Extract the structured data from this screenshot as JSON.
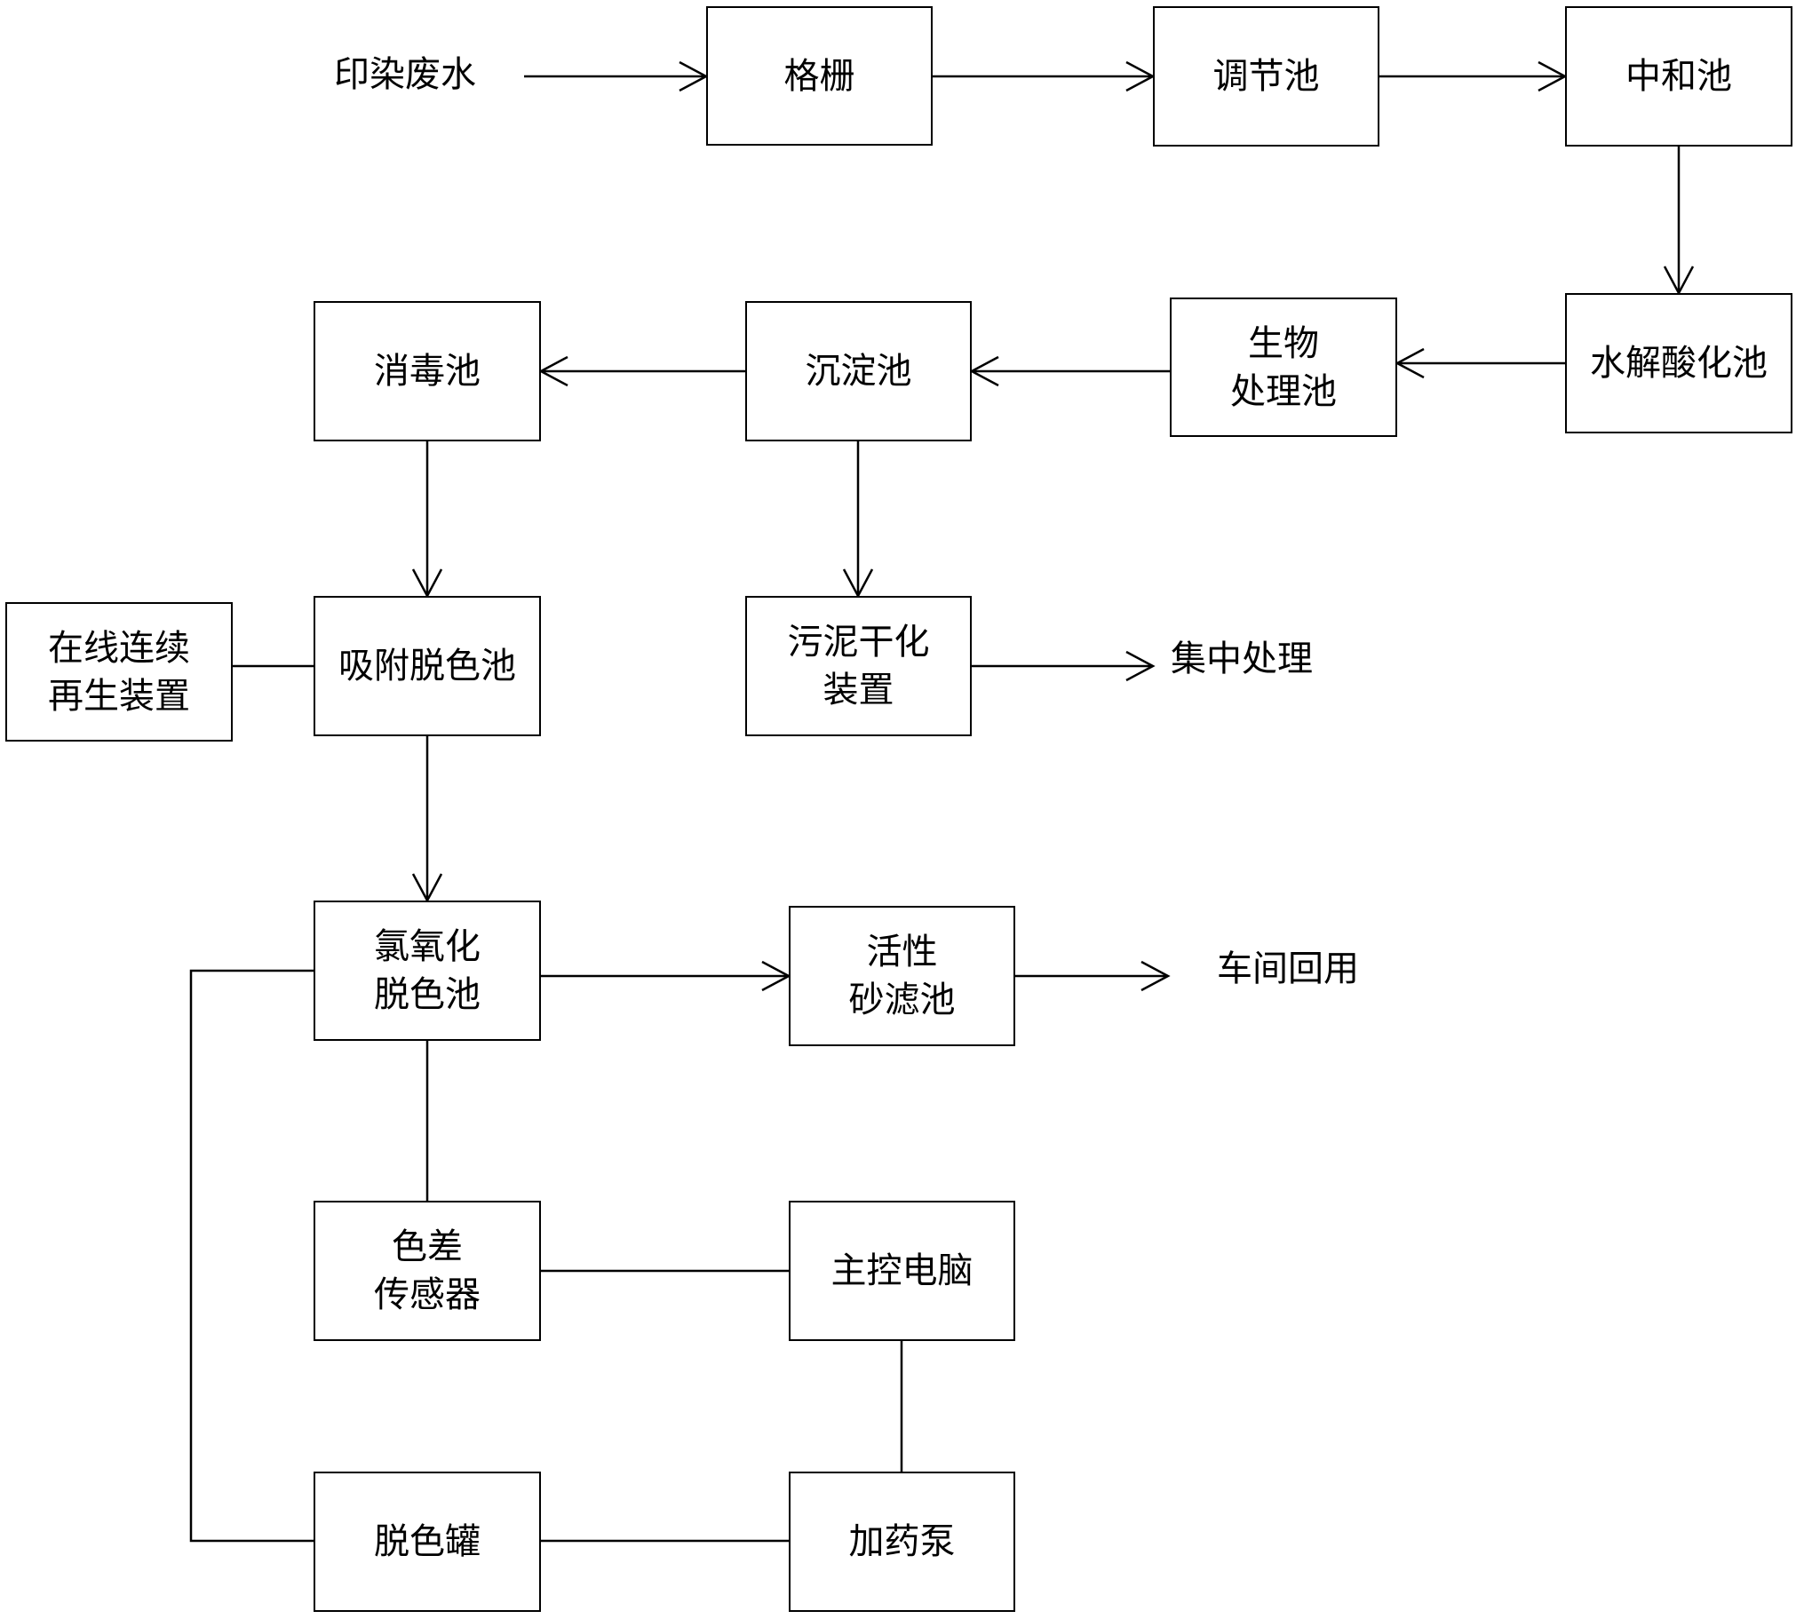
{
  "diagram": {
    "source_label": "印染废水",
    "nodes": {
      "grille": "格栅",
      "adjusting_tank": "调节池",
      "neutralization_tank": "中和池",
      "hydrolysis_tank": "水解酸化池",
      "bio_tank": "生物\n处理池",
      "settling_tank": "沉淀池",
      "disinfection_tank": "消毒池",
      "adsorption_tank": "吸附脱色池",
      "regeneration_device": "在线连续\n再生装置",
      "sludge_dryer": "污泥干化\n装置",
      "chlorination_tank": "氯氧化\n脱色池",
      "sand_filter": "活性\n砂滤池",
      "color_sensor": "色差\n传感器",
      "main_computer": "主控电脑",
      "decolor_tank": "脱色罐",
      "dosing_pump": "加药泵"
    },
    "outputs": {
      "central_treatment": "集中处理",
      "workshop_reuse": "车间回用"
    }
  }
}
